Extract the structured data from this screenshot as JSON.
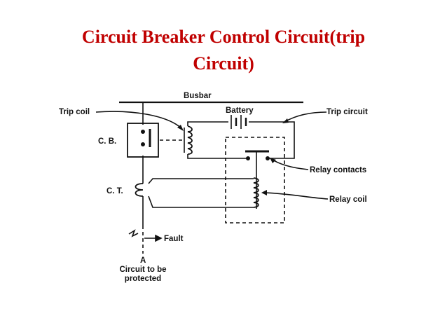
{
  "title": {
    "line1": "Circuit Breaker Control Circuit(trip",
    "line2": "Circuit)"
  },
  "labels": {
    "busbar": "Busbar",
    "trip_coil": "Trip coil",
    "battery": "Battery",
    "trip_circuit": "Trip circuit",
    "cb": "C. B.",
    "relay_contacts": "Relay contacts",
    "ct": "C. T.",
    "relay_coil": "Relay coil",
    "fault": "Fault",
    "point_a": "A",
    "protected_line1": "Circuit to be",
    "protected_line2": "protected"
  },
  "colors": {
    "title": "#c00000",
    "line": "#111111"
  }
}
